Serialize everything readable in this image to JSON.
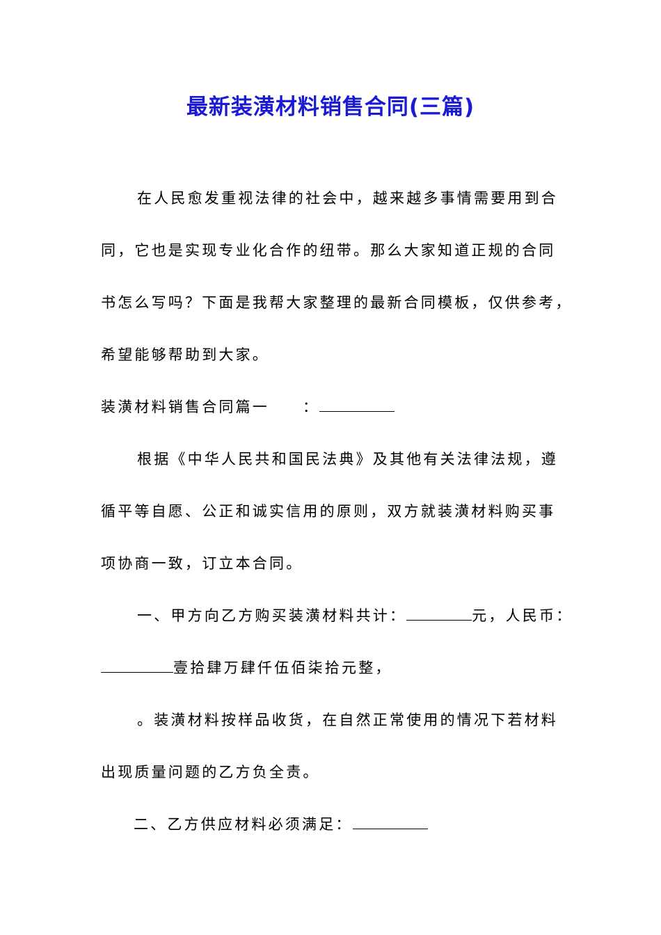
{
  "document": {
    "title": "最新装潢材料销售合同(三篇)",
    "intro": {
      "line1": "在人民愈发重视法律的社会中，越来越多事情需要用到合",
      "line2": "同，它也是实现专业化合作的纽带。那么大家知道正规的合同",
      "line3": "书怎么写吗？下面是我帮大家整理的最新合同模板，仅供参考，",
      "line4": "希望能够帮助到大家。"
    },
    "section1": {
      "heading": "装潢材料销售合同篇一",
      "heading_suffix": "：",
      "para1_line1": "根据《中华人民共和国民法典》及其他有关法律法规，遵",
      "para1_line2": "循平等自愿、公正和诚实信用的原则，双方就装潢材料购买事",
      "para1_line3": "项协商一致，订立本合同。",
      "clause1_prefix": "一、甲方向乙方购买装潢材料共计：",
      "clause1_mid": "元，人民币：",
      "clause1_line2": "壹拾肆万肆仟伍佰柒拾元整，",
      "clause1b_line1": "。装潢材料按样品收货，在自然正常使用的情况下若材料",
      "clause1b_line2": "出现质量问题的乙方负全责。",
      "clause2": "二、乙方供应材料必须满足："
    }
  }
}
